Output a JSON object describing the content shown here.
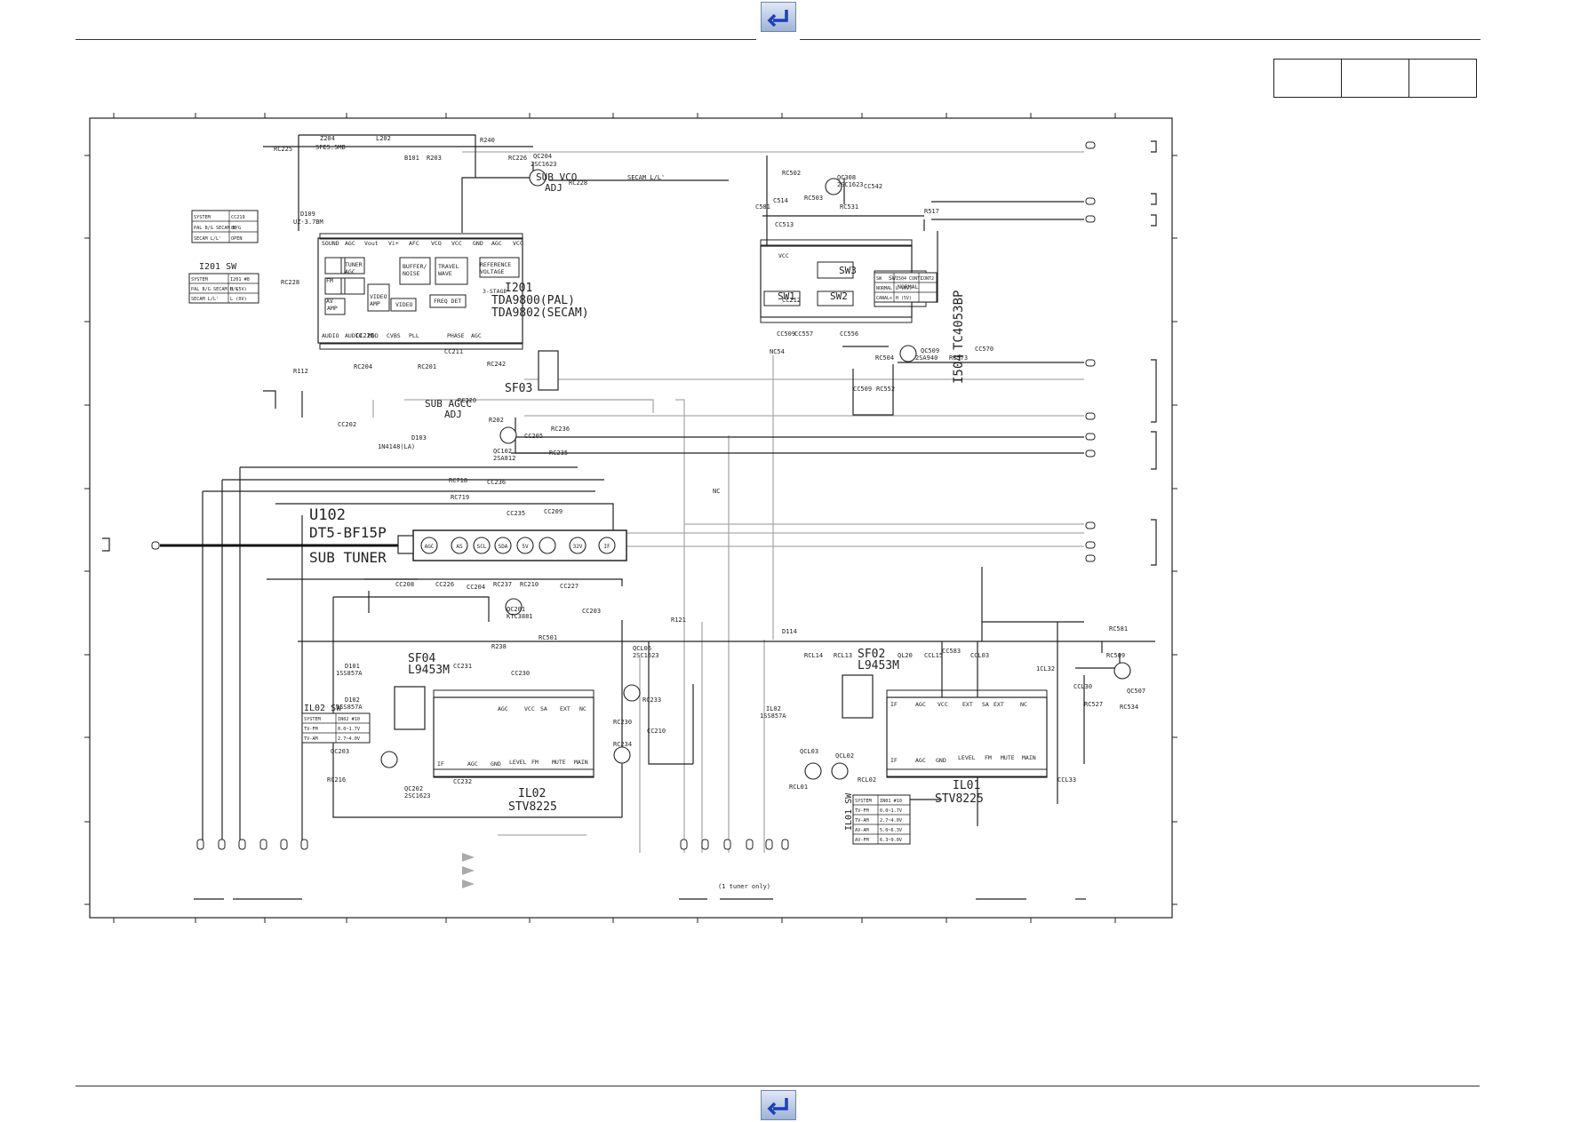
{
  "nav": {
    "back_top_label": "back",
    "back_bottom_label": "back"
  },
  "ic": {
    "i201": {
      "ref": "I201",
      "pal": "TDA9800(PAL)",
      "secam": "TDA9802(SECAM)"
    },
    "i504": {
      "ref": "I504",
      "part": "TC4053BP"
    },
    "u102": {
      "ref": "U102",
      "part": "DT5-BF15P",
      "label": "SUB TUNER"
    },
    "il02": {
      "ref": "IL02",
      "part": "STV8225"
    },
    "il01": {
      "ref": "IL01",
      "part": "STV8225"
    },
    "sf03": {
      "ref": "SF03"
    },
    "sf04": {
      "ref": "SF04",
      "part": "L9453M"
    },
    "sf02": {
      "ref": "SF02",
      "part": "L9453M"
    }
  },
  "text_labels": {
    "sub_vco_adj_1": "SUB VCO",
    "sub_vco_adj_2": "ADJ",
    "sub_agcc_adj_1": "SUB AGCC",
    "sub_agcc_adj_2": "ADJ",
    "secam_l2": "SECAM L/L'",
    "sw1": "SW1",
    "sw2": "SW2",
    "sw3": "SW3",
    "il02_sw": "IL02 SW",
    "il01_sw": "IL01 SW",
    "i201_sw": "I201 SW",
    "tuner_only": "(1 tuner only)"
  },
  "tuner_pins": [
    "AGC",
    "AS",
    "SCL",
    "SDA",
    "5V",
    "",
    "32V",
    "IF"
  ],
  "table_cc219": [
    [
      "SYSTEM",
      "CC219"
    ],
    [
      "PAL B/G SECAM B/G",
      "8P"
    ],
    [
      "SECAM L/L'",
      "OPEN"
    ]
  ],
  "table_i201sw": [
    [
      "SYSTEM",
      "I201 #8"
    ],
    [
      "PAL B/G SECAM B/G",
      "H (5V)"
    ],
    [
      "SECAM L/L'",
      "L (0V)"
    ]
  ],
  "table_il02sw": [
    [
      "SYSTEM",
      "IN02 #10"
    ],
    [
      "TV-FM",
      "0.0~1.7V"
    ],
    [
      "TV-AM",
      "2.7~4.0V"
    ]
  ],
  "table_il01sw": [
    [
      "SYSTEM",
      "IN01 #10"
    ],
    [
      "TV-FM",
      "0.0~1.7V"
    ],
    [
      "TV-AM",
      "2.7~4.0V"
    ],
    [
      "AV-AM",
      "5.0~6.3V"
    ],
    [
      "AV-FM",
      "6.3~9.0V"
    ]
  ],
  "table_i504": [
    [
      "SW",
      "I504 CONT1",
      "CONT2"
    ],
    [
      "NORMAL",
      "L (0V)",
      ""
    ],
    [
      "CANAL+",
      "H (5V)",
      ""
    ]
  ]
}
